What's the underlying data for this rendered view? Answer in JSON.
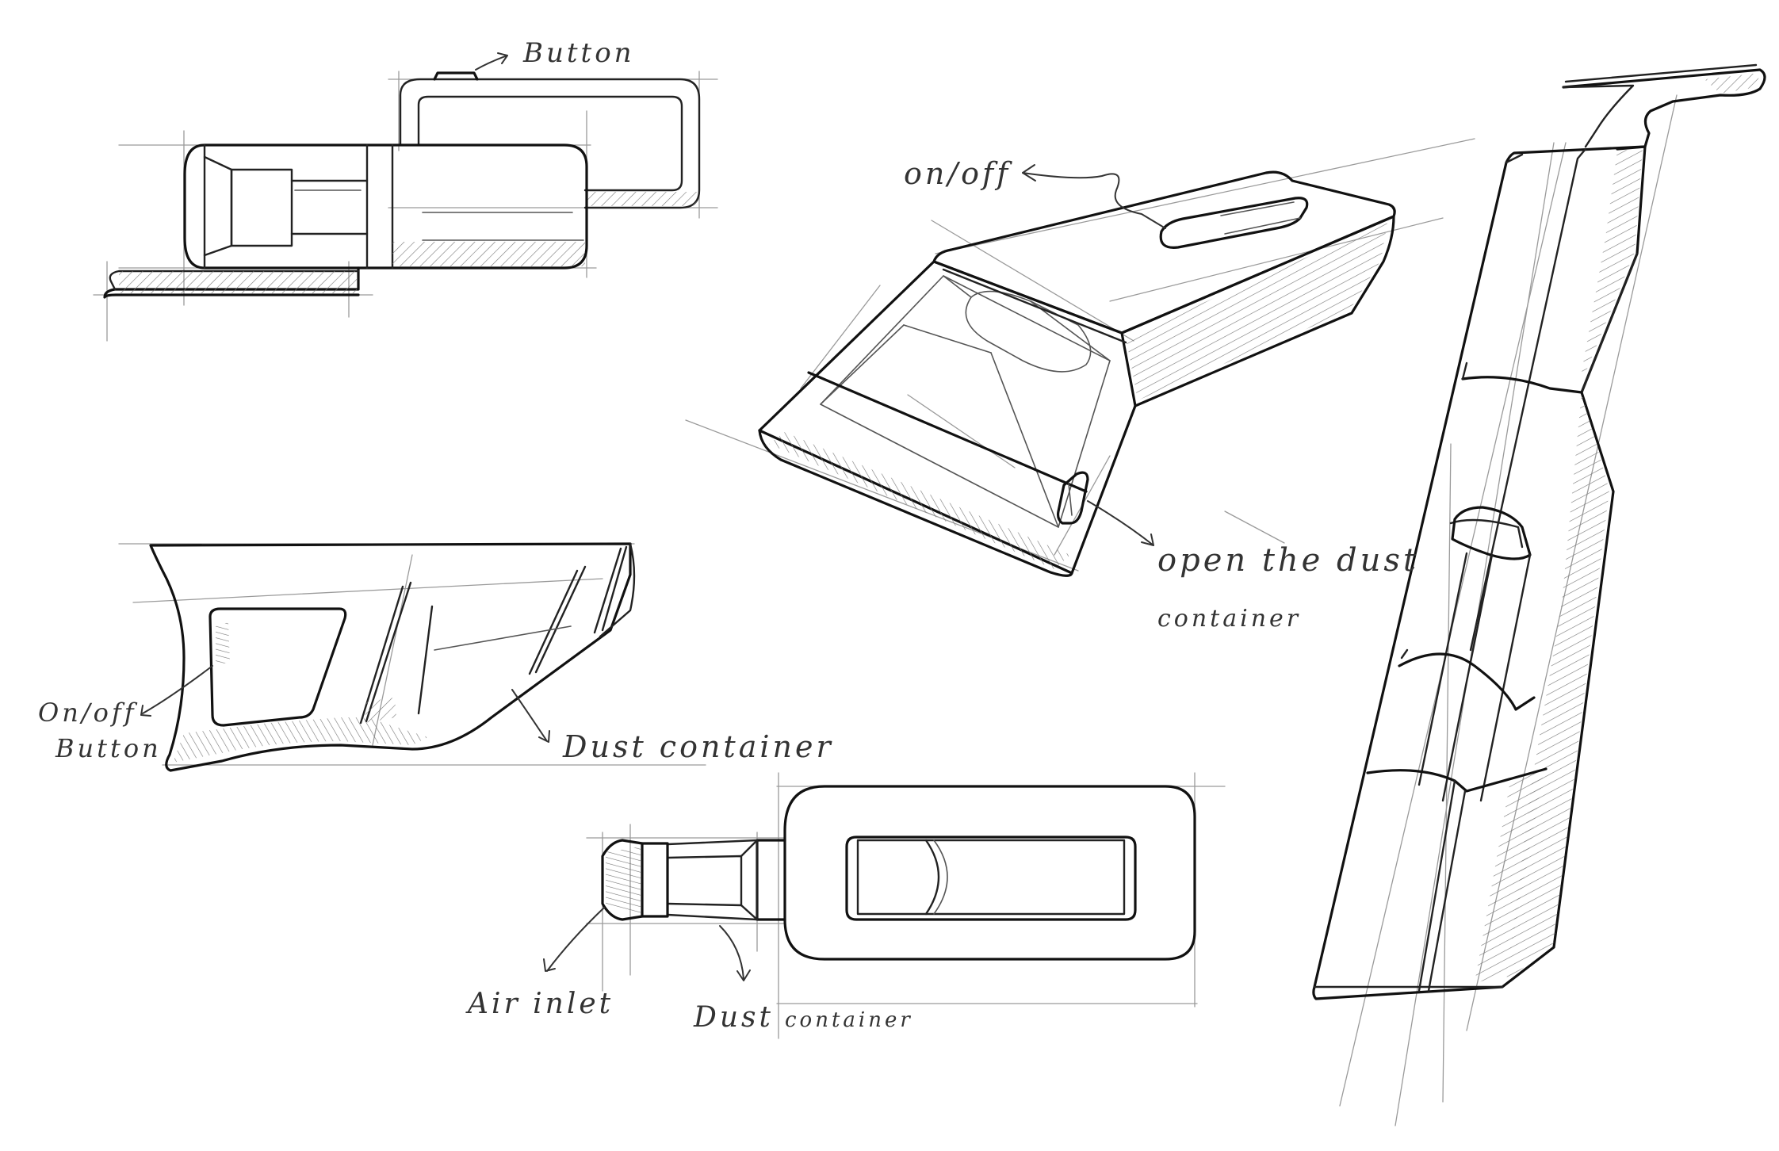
{
  "annotations": {
    "button_top": "Button",
    "onoff_top": "on/off",
    "open_dust_line1": "open the dust",
    "open_dust_line2": "container",
    "onoff_side_line1": "On/off",
    "onoff_side_line2": "Button",
    "dust_container_side": "Dust container",
    "air_inlet": "Air inlet",
    "dust_word": "Dust",
    "container_word": "container"
  },
  "colors": {
    "line": "#222222",
    "construction": "#9a9a9a",
    "hatch": "#777777",
    "paper": "#ffffff"
  }
}
